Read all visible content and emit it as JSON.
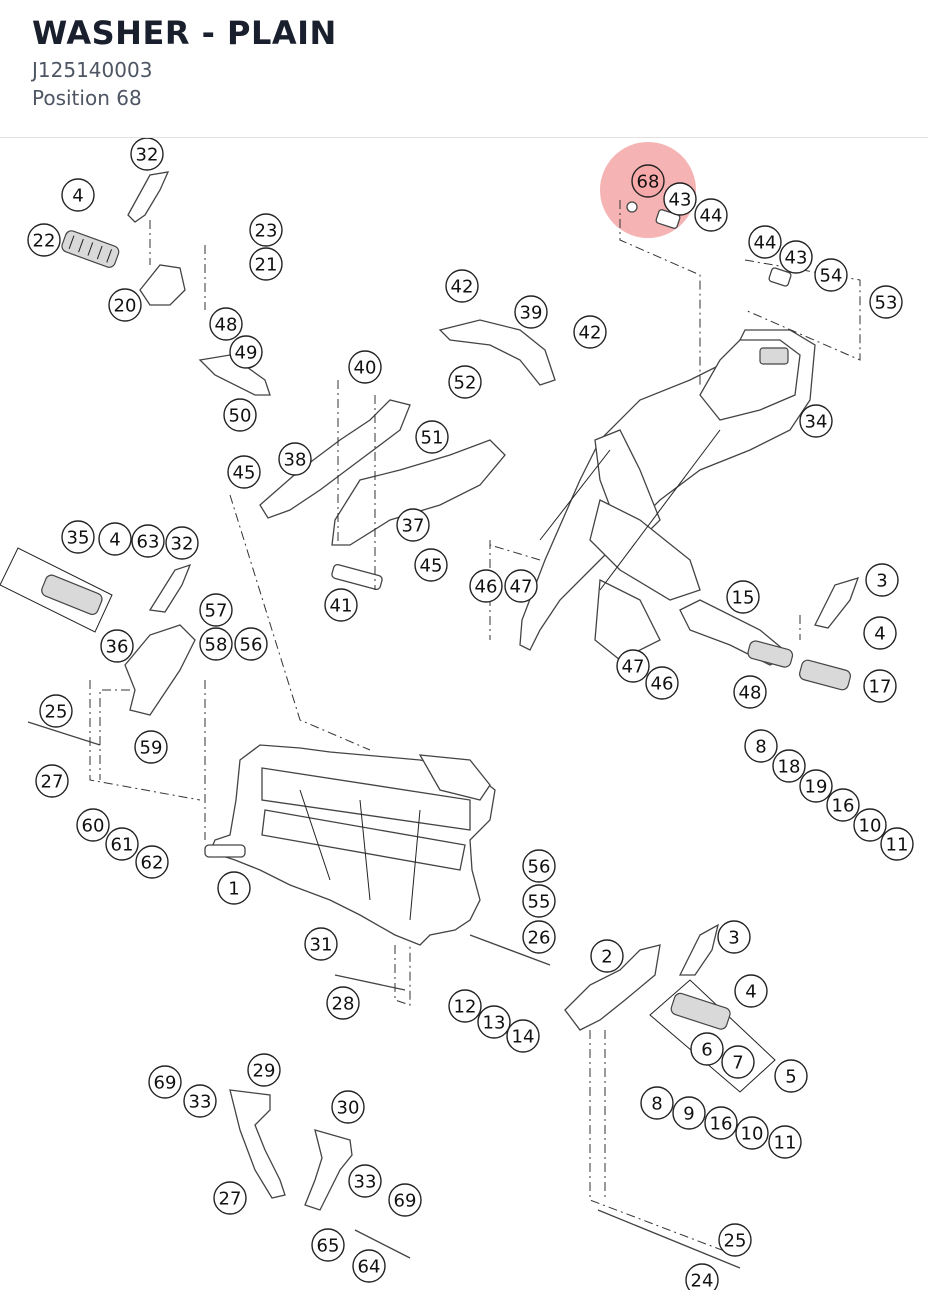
{
  "header": {
    "title": "WASHER - PLAIN",
    "part_number": "J125140003",
    "position": "Position 68"
  },
  "highlight": {
    "callout": "68",
    "color": "#f08080"
  },
  "callouts": [
    "1",
    "2",
    "3",
    "4",
    "5",
    "6",
    "7",
    "8",
    "9",
    "10",
    "11",
    "12",
    "13",
    "14",
    "15",
    "16",
    "17",
    "18",
    "19",
    "20",
    "21",
    "22",
    "23",
    "24",
    "25",
    "26",
    "27",
    "28",
    "29",
    "30",
    "31",
    "32",
    "33",
    "34",
    "35",
    "36",
    "37",
    "38",
    "39",
    "40",
    "41",
    "42",
    "43",
    "44",
    "45",
    "46",
    "47",
    "48",
    "49",
    "50",
    "51",
    "52",
    "53",
    "54",
    "55",
    "56",
    "57",
    "58",
    "59",
    "60",
    "61",
    "62",
    "63",
    "64",
    "65",
    "68",
    "69"
  ]
}
